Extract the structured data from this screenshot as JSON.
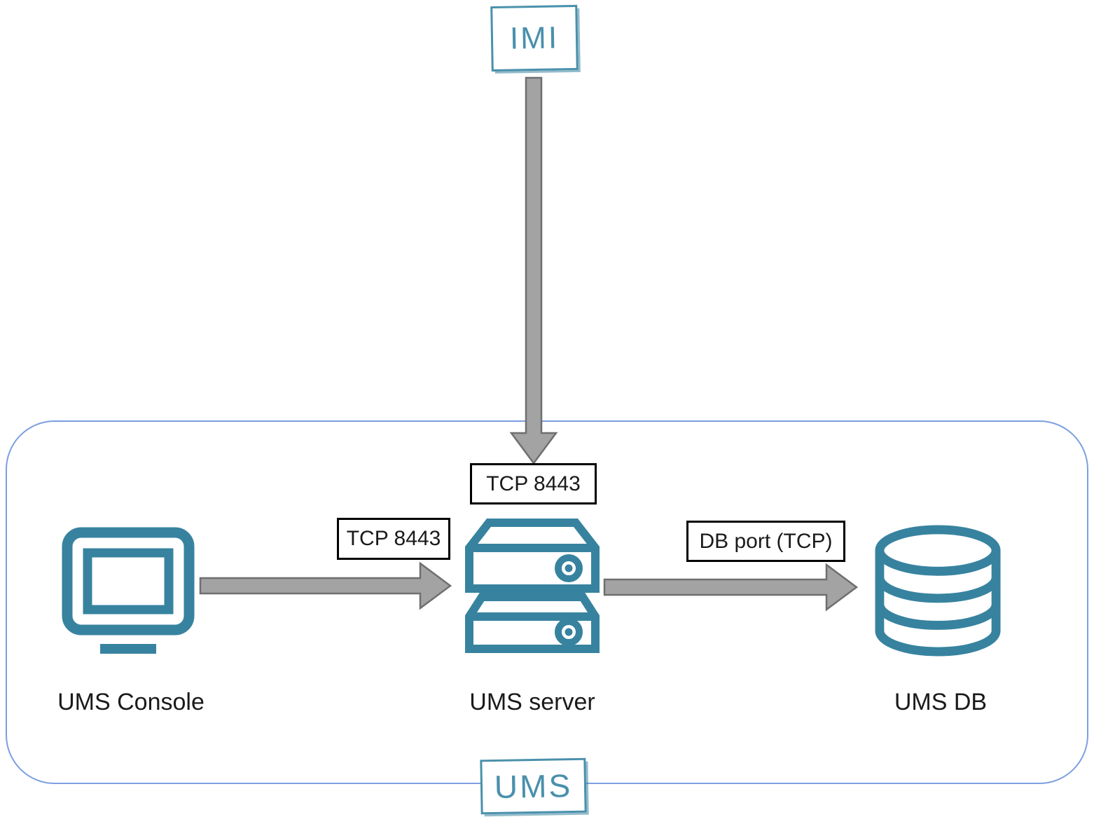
{
  "diagram": {
    "imi_node": {
      "label": "IMI"
    },
    "ums_group": {
      "label": "UMS"
    },
    "nodes": {
      "console": {
        "label": "UMS Console",
        "icon": "monitor-icon"
      },
      "server": {
        "label": "UMS server",
        "icon": "server-icon"
      },
      "db": {
        "label": "UMS DB",
        "icon": "database-icon"
      }
    },
    "connections": [
      {
        "from": "IMI",
        "to": "UMS server",
        "label": "TCP 8443",
        "direction": "down"
      },
      {
        "from": "UMS Console",
        "to": "UMS server",
        "label": "TCP 8443",
        "direction": "right"
      },
      {
        "from": "UMS server",
        "to": "UMS DB",
        "label": "DB port (TCP)",
        "direction": "right"
      }
    ],
    "colors": {
      "icon_teal": "#37839F",
      "sketch_teal": "#4A90AC",
      "group_border_blue": "#7C9FE0",
      "arrow_fill": "#A3A3A3",
      "arrow_outline": "#6F6F6F",
      "label_border": "#000000",
      "label_text": "#1A1A1A"
    }
  }
}
